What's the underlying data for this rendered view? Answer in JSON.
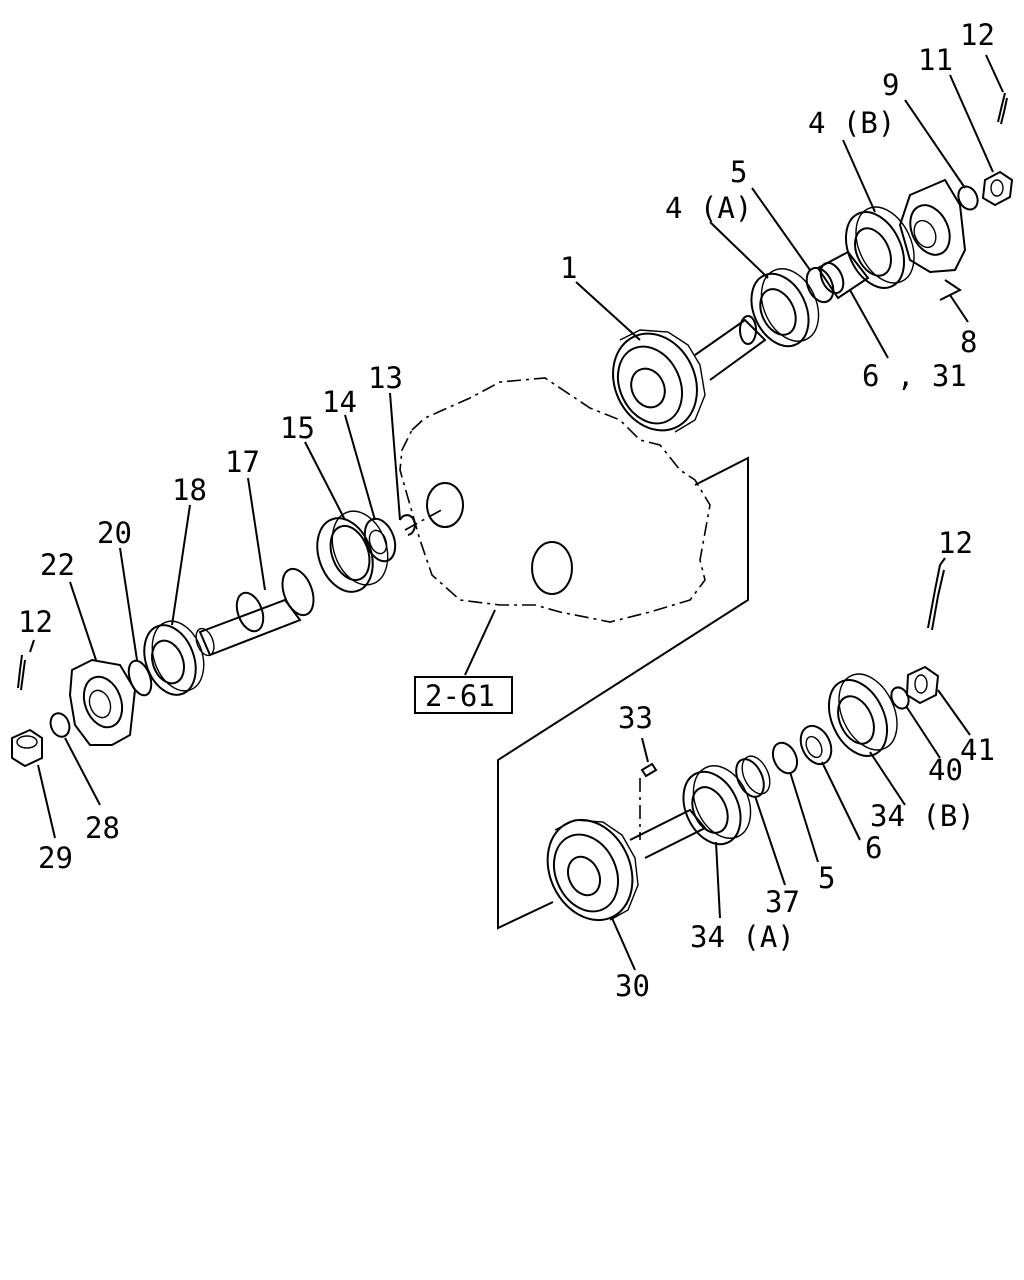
{
  "labels": {
    "l12a": "12",
    "l11": "11",
    "l9": "9",
    "l4b": "4 (B)",
    "l5a": "5",
    "l4a": "4 (A)",
    "l1": "1",
    "l8": "8",
    "l631": "6 , 31",
    "l13": "13",
    "l14": "14",
    "l15": "15",
    "l17": "17",
    "l18": "18",
    "l20": "20",
    "l22": "22",
    "l12b": "12",
    "l29": "29",
    "l28": "28",
    "l261": "2-61",
    "l12c": "12",
    "l33": "33",
    "l41": "41",
    "l40": "40",
    "l34b": "34 (B)",
    "l6": "6",
    "l5b": "5",
    "l37": "37",
    "l34a": "34 (A)",
    "l30": "30"
  }
}
